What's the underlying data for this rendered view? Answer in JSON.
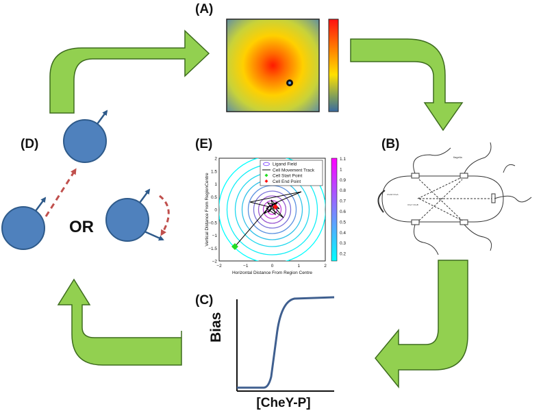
{
  "panels": {
    "a": {
      "label": "(A)"
    },
    "b": {
      "label": "(B)"
    },
    "c": {
      "label": "(C)",
      "ylabel": "Bias",
      "xlabel": "[CheY-P]"
    },
    "d": {
      "label": "(D)",
      "or_text": "OR"
    },
    "e": {
      "label": "(E)",
      "ylabel": "Vertical Distance From RegionCentre",
      "xlabel": "Horizontal Distance From Region Centre",
      "legend": [
        "Ligand Field",
        "Cell Movement Track",
        "Cell Start Point",
        "Cell End Point"
      ],
      "xticks": [
        "−2",
        "−1",
        "0",
        "1",
        "2"
      ],
      "yticks": [
        "2",
        "1.5",
        "1",
        "0.5",
        "0",
        "−0.5",
        "−1",
        "−1.5",
        "−2"
      ],
      "cbar_ticks": [
        "1.1",
        "1",
        "0.9",
        "0.8",
        "0.7",
        "0.6",
        "0.5",
        "0.4",
        "0.3",
        "0.2"
      ]
    }
  },
  "colors": {
    "arrow_green": "#92d050",
    "cell_blue": "#4f81bd",
    "cell_outline": "#2e5a8a",
    "dashed_red": "#c0504d",
    "curve_blue": "#3f5f8f"
  }
}
